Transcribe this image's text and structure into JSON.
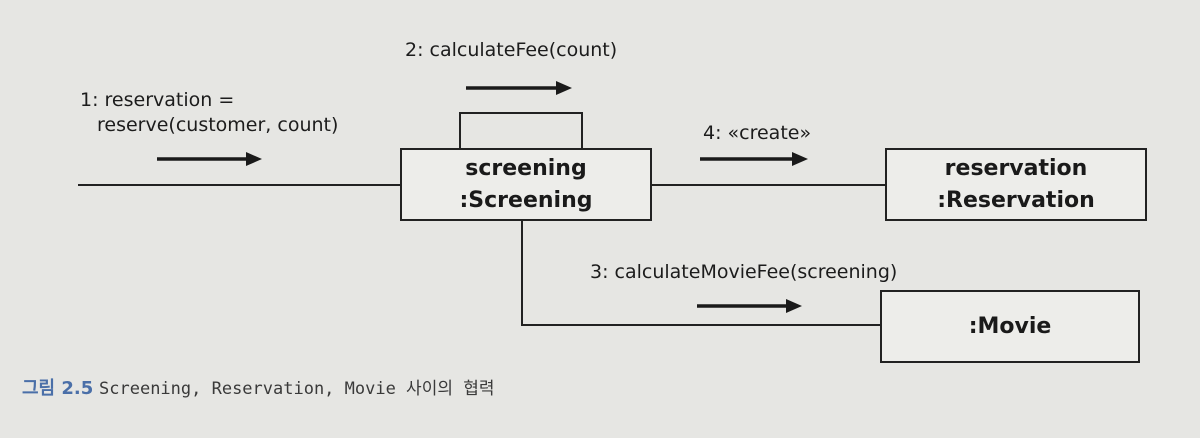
{
  "objects": {
    "screening": {
      "line1": "screening",
      "line2": ":Screening"
    },
    "reservation": {
      "line1": "reservation",
      "line2": ":Reservation"
    },
    "movie": {
      "line1": ":Movie"
    }
  },
  "messages": {
    "m1_line1": "1: reservation =",
    "m1_line2": "reserve(customer, count)",
    "m2": "2: calculateFee(count)",
    "m3": "3: calculateMovieFee(screening)",
    "m4": "4: «create»"
  },
  "caption": {
    "number": "그림 2.5",
    "text": "Screening, Reservation, Movie 사이의 협력"
  },
  "colors": {
    "line": "#222222",
    "caption_number": "#4a6fa8"
  }
}
